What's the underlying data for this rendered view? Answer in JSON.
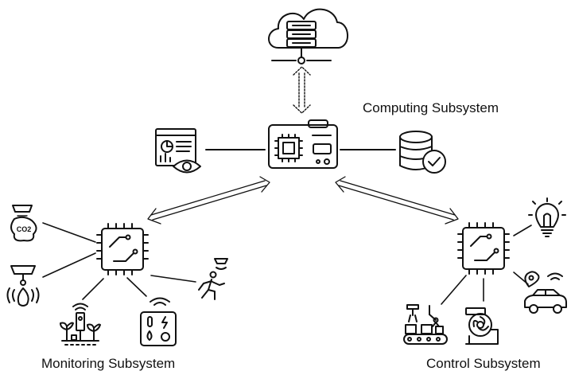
{
  "labels": {
    "computing": "Computing Subsystem",
    "monitoring": "Monitoring Subsystem",
    "control": "Control Subsystem"
  },
  "icons": {
    "co2_label": "CO2"
  },
  "colors": {
    "stroke": "#111111",
    "background": "#ffffff"
  }
}
